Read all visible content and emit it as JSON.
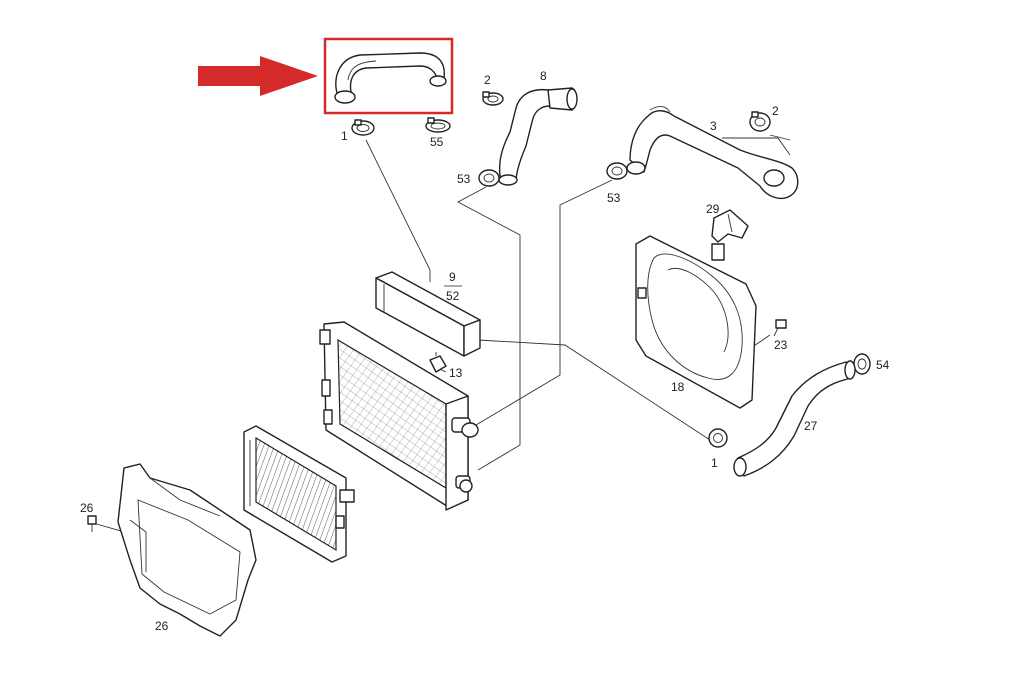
{
  "diagram": {
    "labels": {
      "p1_top": "1",
      "p55": "55",
      "p2_left": "2",
      "p8": "8",
      "p53_left": "53",
      "p53_mid": "53",
      "p3": "3",
      "p2_right": "2",
      "p29": "29",
      "p9": "9",
      "p52": "52",
      "p13": "13",
      "p23": "23",
      "p54": "54",
      "p18": "18",
      "p27": "27",
      "p1_bottom": "1",
      "p26_left": "26",
      "p26_bottom": "26"
    },
    "colors": {
      "highlight": "#d42a2a",
      "line": "#222222"
    }
  }
}
